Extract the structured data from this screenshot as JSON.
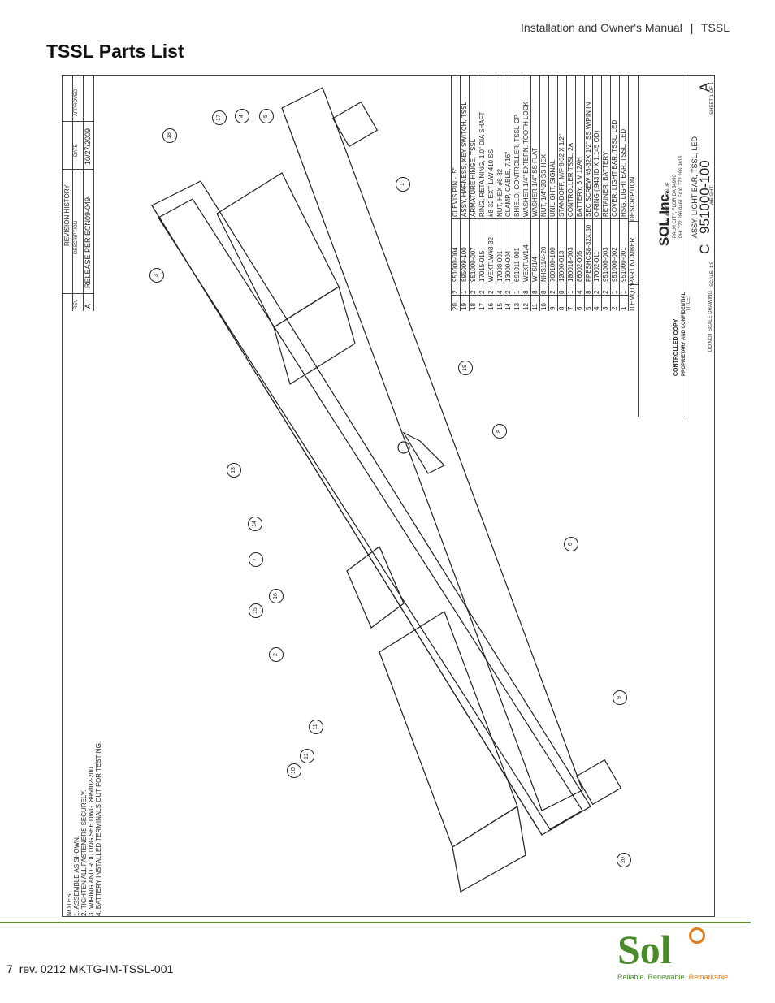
{
  "header": {
    "manual": "Installation and Owner's Manual",
    "separator": "|",
    "product": "TSSL"
  },
  "title": "TSSL Parts List",
  "revision_history": {
    "title": "REVISION HISTORY",
    "columns": [
      "REV",
      "DESCRIPTION",
      "DATE",
      "APPROVED"
    ],
    "rows": [
      {
        "rev": "A",
        "description": "RELEASE PER ECN09-049",
        "date": "10/27/2009",
        "approved": ""
      }
    ]
  },
  "parts": {
    "headers": [
      "ITEM",
      "QTY",
      "PART NUMBER",
      "DESCRIPTION"
    ],
    "rows": [
      [
        "20",
        "2",
        "951000-004",
        "CLEVIS PIN - .5\""
      ],
      [
        "19",
        "1",
        "895009-100",
        "ASSY, HARNESS, KEY SWITCH, TSSL"
      ],
      [
        "18",
        "2",
        "951000-007",
        "ARMATURE HINGE, TSSL"
      ],
      [
        "17",
        "2",
        "17015-015",
        "RING, RETAINING, 1.0\" DIA SHAFT"
      ],
      [
        "16",
        "2",
        "WEXTLW#8-32",
        "#8-32 EXT L/W 410 SS"
      ],
      [
        "15",
        "4",
        "17008-001",
        "NUT, HEX #8-32"
      ],
      [
        "14",
        "2",
        "13000-004",
        "CLAMP, CABLE, 7/16\""
      ],
      [
        "13",
        "1",
        "691011-001",
        "SHIELD, CONTROLLER, TSSL-CP"
      ],
      [
        "12",
        "8",
        "WEXTLW1/4",
        "WASHER 1/4\" EXTERN. TOOTH LOCK"
      ],
      [
        "11",
        "8",
        "WFSI1/4",
        "WASHER 1/4\" SS FLAT"
      ],
      [
        "10",
        "8",
        "NHS11/4-20",
        "NUT, 1/4\"-20 SS HEX"
      ],
      [
        "9",
        "2",
        "700100-100",
        "UNILIGHT, SIGNAL"
      ],
      [
        "8",
        "8",
        "12000-013",
        "STANDOFF, M/F 8-32 X 1/2\""
      ],
      [
        "7",
        "1",
        "180018-003",
        "CONTROLLER TSSL, 2A"
      ],
      [
        "6",
        "4",
        "86002-005",
        "BATTERY, 6 V 12AH"
      ],
      [
        "5",
        "8",
        "FPBSHCS8-32X.50",
        "SEC SCREW #8-32X 1/2\" SS W/PIN IN"
      ],
      [
        "4",
        "2",
        "17002-011",
        "O-RING (.943 ID X 1.145 OD)"
      ],
      [
        "3",
        "2",
        "951000-003",
        "RETAINER, BATTERY"
      ],
      [
        "2",
        "1",
        "951000-002",
        "COVER, LIGHT BAR, TSSL, LED"
      ],
      [
        "1",
        "1",
        "951000-001",
        "HSG, LIGHT BAR, TSSL, LED"
      ]
    ]
  },
  "title_block": {
    "company": "SOL Inc.",
    "address1": "3210 SW 42ND. AVENUE",
    "address2": "PALM CITY, FLORIDA 34990",
    "phone": "PH: 772.286.9461 FAX: 772.286.9616",
    "title_label": "TITLE:",
    "title": "ASSY, LIGHT BAR, TSSL, LED",
    "size_label": "SIZE",
    "size": "C",
    "dwg_label": "DWG. NO.",
    "dwg_no": "951000-100",
    "rev_label": "REV",
    "rev": "A",
    "scale": "SCALE: 1:5",
    "weight": "WEIGHT:",
    "sheet": "SHEET 1 OF 1",
    "controlled": "CONTROLLED COPY",
    "proprietary": "PROPRIETARY AND CONFIDENTIAL",
    "do_not_scale": "DO NOT SCALE DRAWING"
  },
  "notes": {
    "title": "NOTES:",
    "items": [
      "1.   ASSEMBLE AS SHOWN.",
      "2.   TIGHTEN ALL FASTENERS SECURELY.",
      "3.   WIRING AND ROUTING SEE DWG. 895002-200.",
      "4.   BATTERY INSTALLED TERMINALS OUT FOR TESTING."
    ]
  },
  "balloons": [
    "18",
    "17",
    "4",
    "5",
    "3",
    "1",
    "19",
    "8",
    "13",
    "14",
    "7",
    "16",
    "15",
    "2",
    "6",
    "9",
    "11",
    "12",
    "10",
    "20"
  ],
  "footer": {
    "page": "7",
    "rev": "rev.  0212 MKTG-IM-TSSL-001"
  },
  "logo": {
    "wordmark": "Sol",
    "tagline_a": "Reliable. Renewable.",
    "tagline_b": "Remarkable",
    "green": "#4a8a2a",
    "orange": "#e07a1a"
  }
}
